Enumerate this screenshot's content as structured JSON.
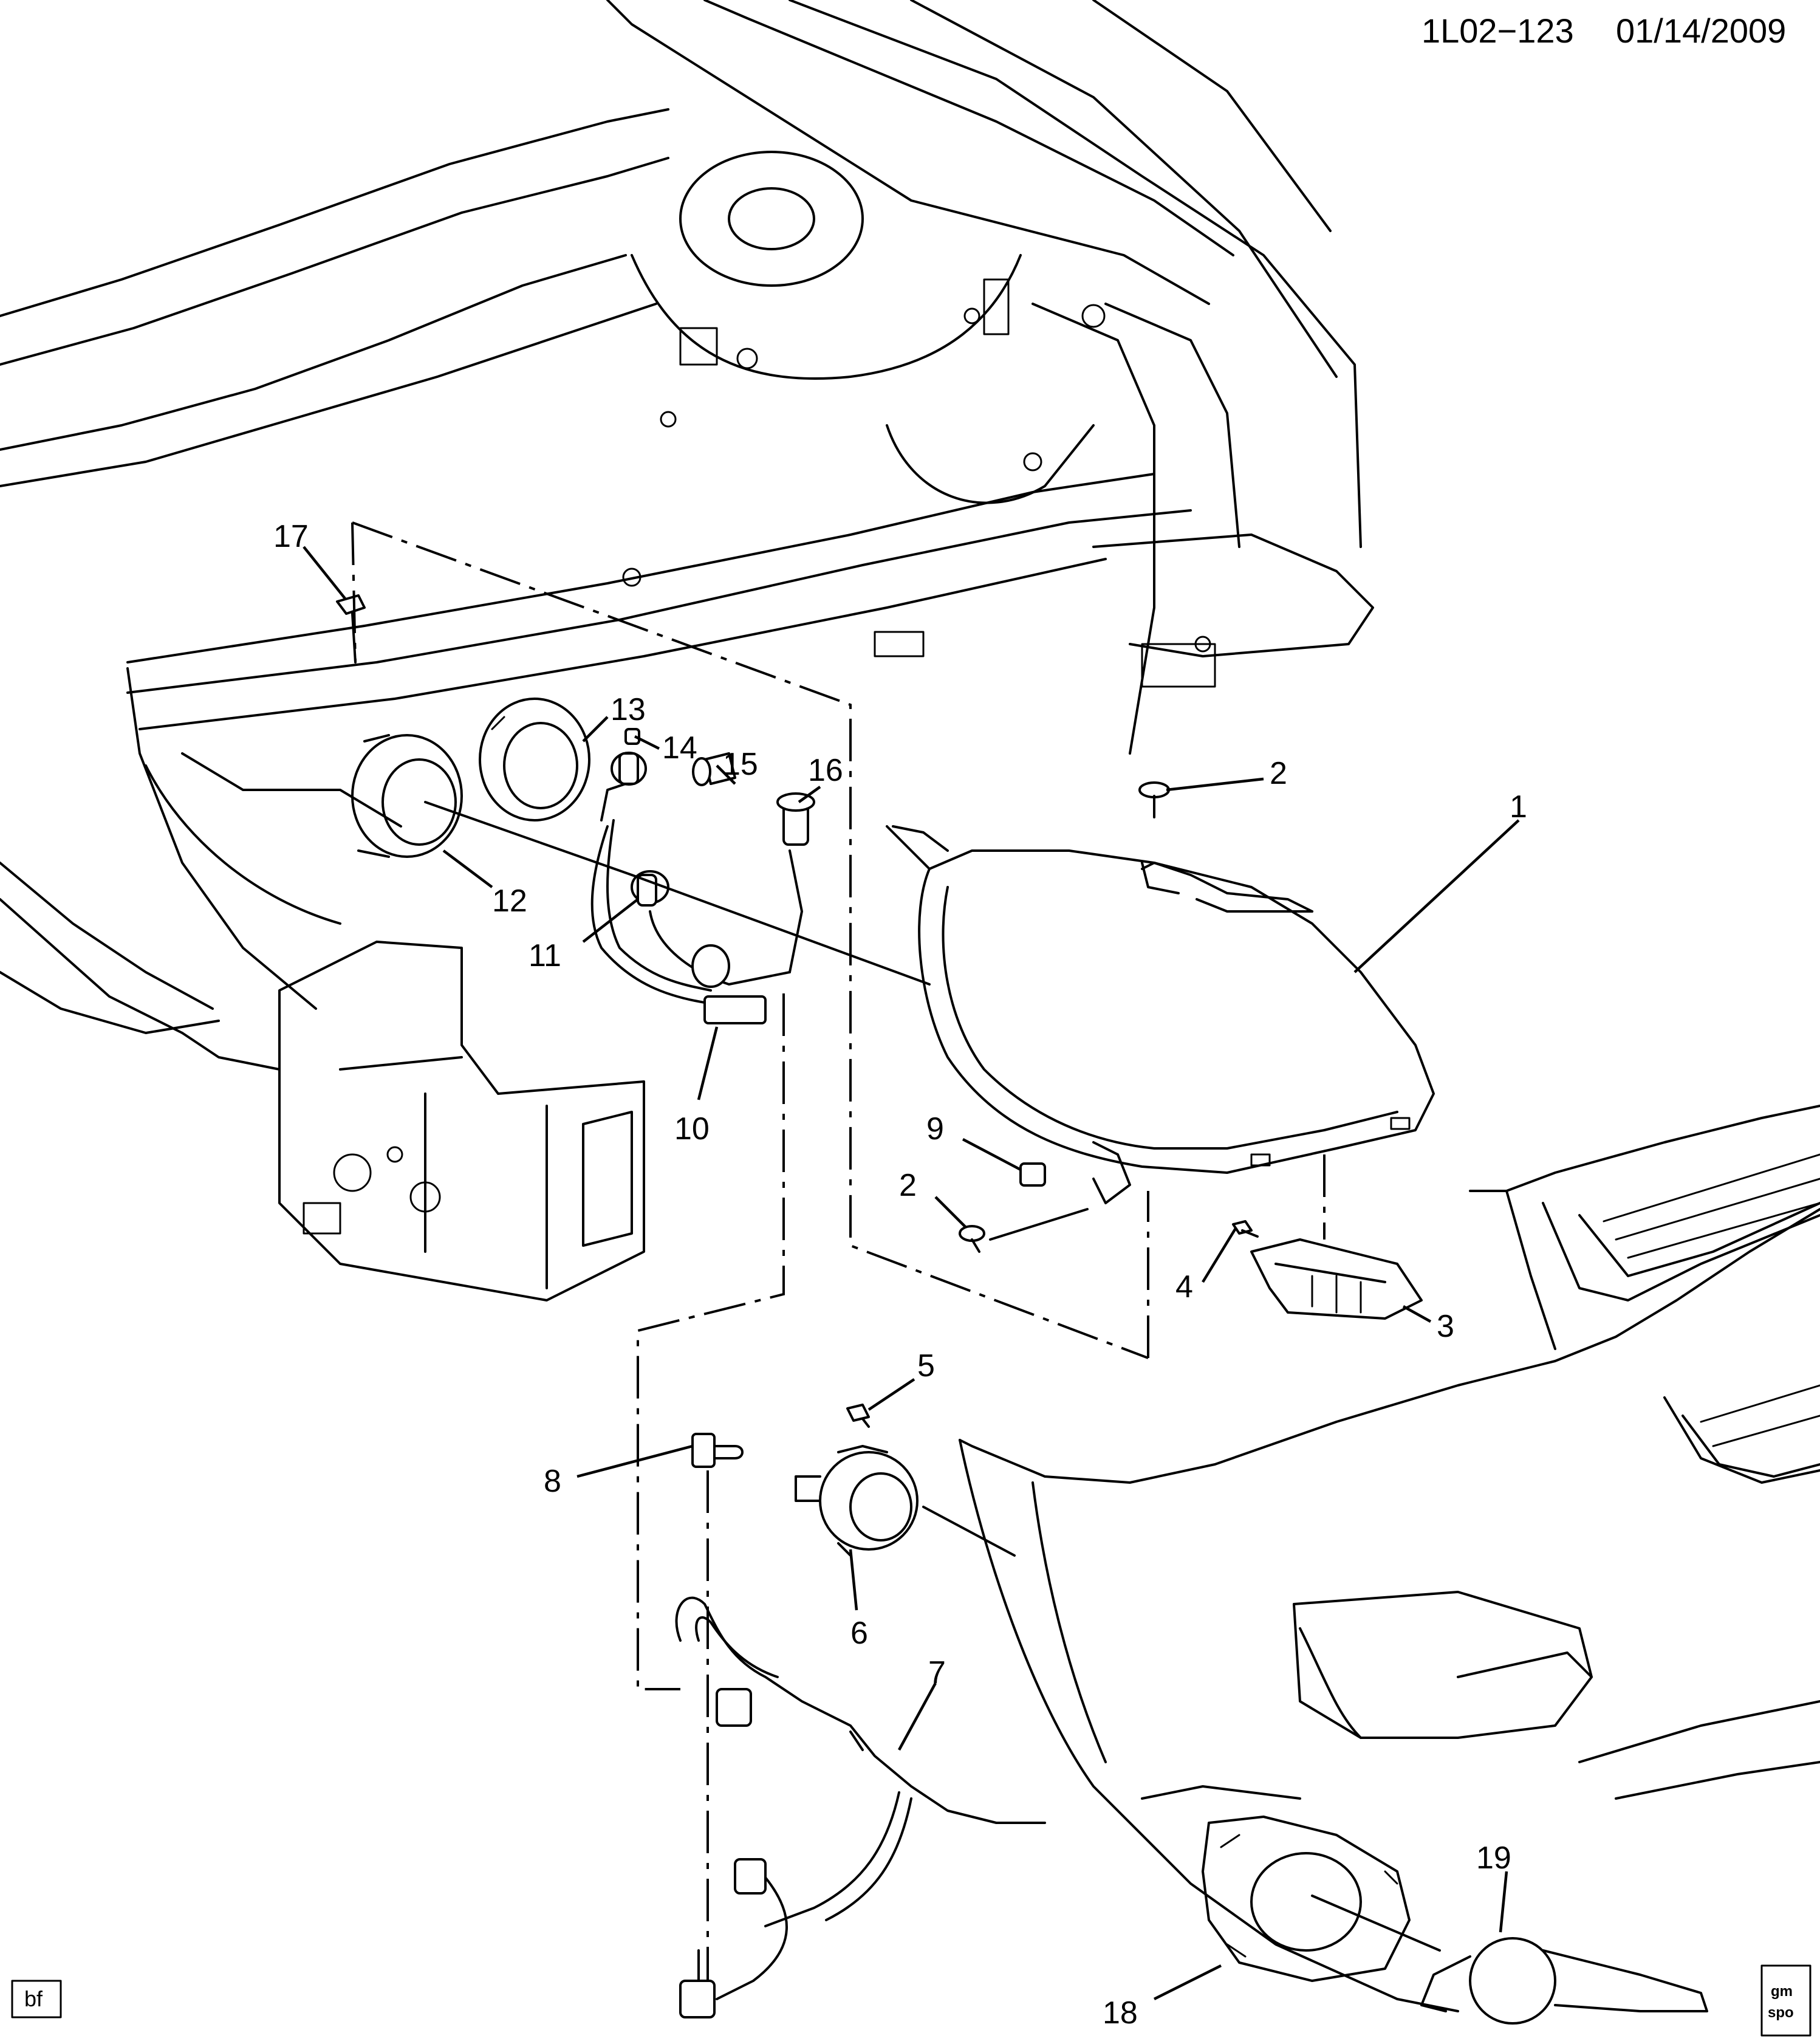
{
  "header": {
    "code": "1L02−123",
    "date": "01/14/2009"
  },
  "footer": {
    "initials": "bf",
    "logo_top": "gm",
    "logo_bottom": "spo"
  },
  "callouts": [
    "1",
    "2",
    "2",
    "3",
    "4",
    "5",
    "6",
    "7",
    "8",
    "9",
    "10",
    "11",
    "12",
    "13",
    "14",
    "15",
    "16",
    "17",
    "18",
    "19"
  ]
}
